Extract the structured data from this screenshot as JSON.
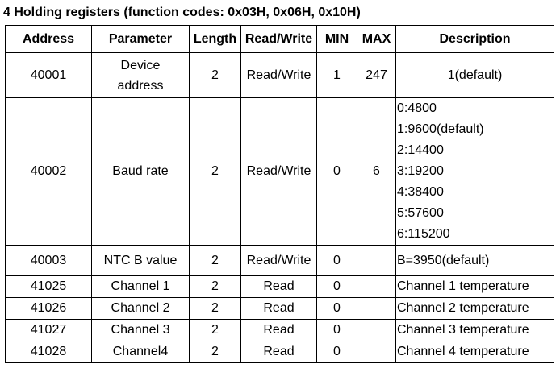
{
  "title": "4 Holding registers (function codes: 0x03H, 0x06H, 0x10H)",
  "headers": {
    "address": "Address",
    "parameter": "Parameter",
    "length": "Length",
    "read_write": "Read/Write",
    "min": "MIN",
    "max": "MAX",
    "description": "Description"
  },
  "rows": [
    {
      "address": "40001",
      "parameter_line1": "Device",
      "parameter_line2": "address",
      "length": "2",
      "read_write": "Read/Write",
      "min": "1",
      "max": "247",
      "description": "1(default)"
    },
    {
      "address": "40002",
      "parameter": "Baud rate",
      "length": "2",
      "read_write": "Read/Write",
      "min": "0",
      "max": "6",
      "description_lines": [
        "0:4800",
        "1:9600(default)",
        "2:14400",
        "3:19200",
        "4:38400",
        "5:57600",
        "6:115200"
      ]
    },
    {
      "address": "40003",
      "parameter": "NTC B value",
      "length": "2",
      "read_write": "Read/Write",
      "min": "0",
      "max": "",
      "description": "B=3950(default)"
    },
    {
      "address": "41025",
      "parameter": "Channel 1",
      "length": "2",
      "read_write": "Read",
      "min": "0",
      "max": "",
      "description": "Channel 1 temperature"
    },
    {
      "address": "41026",
      "parameter": "Channel 2",
      "length": "2",
      "read_write": "Read",
      "min": "0",
      "max": "",
      "description": "Channel 2 temperature"
    },
    {
      "address": "41027",
      "parameter": "Channel 3",
      "length": "2",
      "read_write": "Read",
      "min": "0",
      "max": "",
      "description": "Channel 3 temperature"
    },
    {
      "address": "41028",
      "parameter": "Channel4",
      "length": "2",
      "read_write": "Read",
      "min": "0",
      "max": "",
      "description": "Channel 4 temperature"
    }
  ]
}
